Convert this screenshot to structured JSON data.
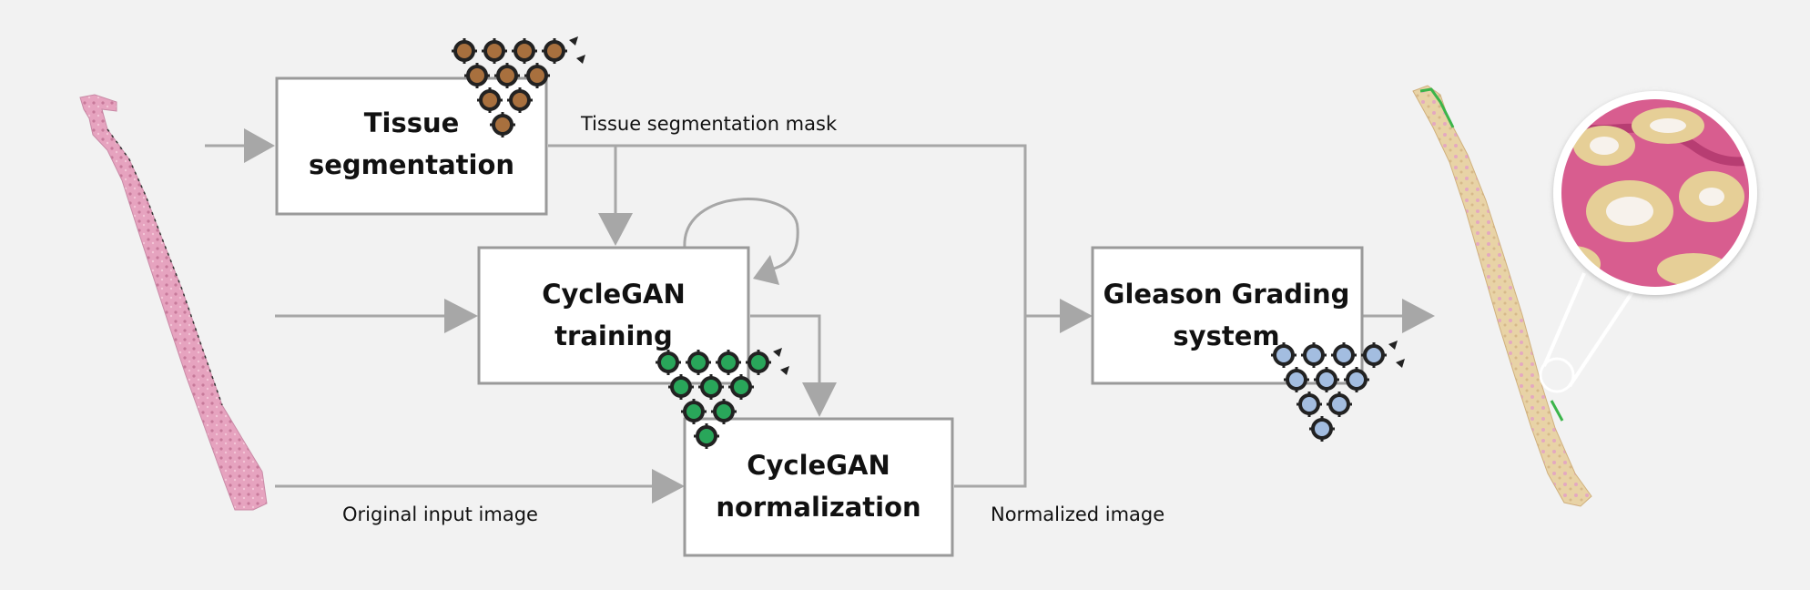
{
  "boxes": {
    "tissue_segmentation": {
      "line1": "Tissue",
      "line2": "segmentation"
    },
    "cyclegan_training": {
      "line1": "CycleGAN",
      "line2": "training"
    },
    "cyclegan_normalization": {
      "line1": "CycleGAN",
      "line2": "normalization"
    },
    "gleason_grading": {
      "line1": "Gleason Grading",
      "line2": "system"
    }
  },
  "edge_labels": {
    "mask": "Tissue segmentation mask",
    "original": "Original input image",
    "normalized": "Normalized image"
  },
  "colors": {
    "background": "#f2f2f2",
    "arrow": "#a7a7a7",
    "box_border": "#9a9a9a",
    "net_segmentation": "#a8703e",
    "net_cyclegan": "#29a65a",
    "net_gleason": "#a3bde0",
    "tissue_pink": "#e6a3bf",
    "tissue_yellow": "#e5d2a0"
  },
  "icons": {
    "input_slide": "he-stained-biopsy-icon",
    "output_slide": "graded-biopsy-icon",
    "network": "neural-network-icon"
  }
}
